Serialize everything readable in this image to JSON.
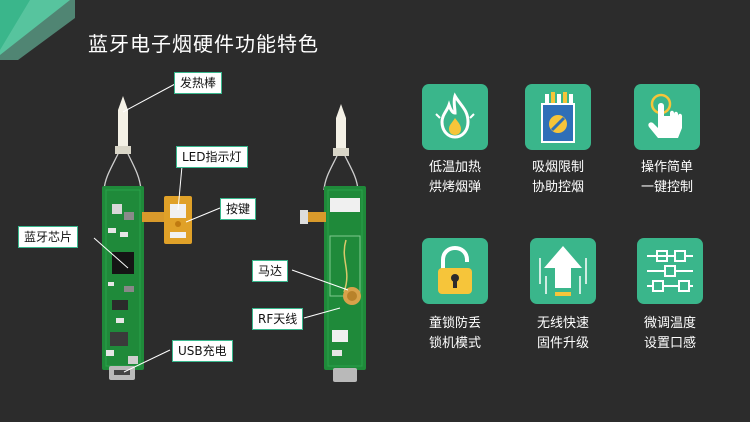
{
  "slide": {
    "title": "蓝牙电子烟硬件功能特色",
    "accent_color": "#3ab68b",
    "background_color": "#2c2c2c"
  },
  "board_labels": {
    "heating_rod": "发热棒",
    "led_indicator": "LED指示灯",
    "button": "按键",
    "bluetooth_chip": "蓝牙芯片",
    "usb_charging": "USB充电",
    "motor": "马达",
    "rf_antenna": "RF天线"
  },
  "features": [
    {
      "icon": "flame-icon",
      "line1": "低温加热",
      "line2": "烘烤烟弹"
    },
    {
      "icon": "cigarette-pack-icon",
      "line1": "吸烟限制",
      "line2": "协助控烟"
    },
    {
      "icon": "tap-hand-icon",
      "line1": "操作简单",
      "line2": "一键控制"
    },
    {
      "icon": "padlock-icon",
      "line1": "童锁防丢",
      "line2": "锁机模式"
    },
    {
      "icon": "upload-arrow-icon",
      "line1": "无线快速",
      "line2": "固件升级"
    },
    {
      "icon": "sliders-icon",
      "line1": "微调温度",
      "line2": "设置口感"
    }
  ]
}
